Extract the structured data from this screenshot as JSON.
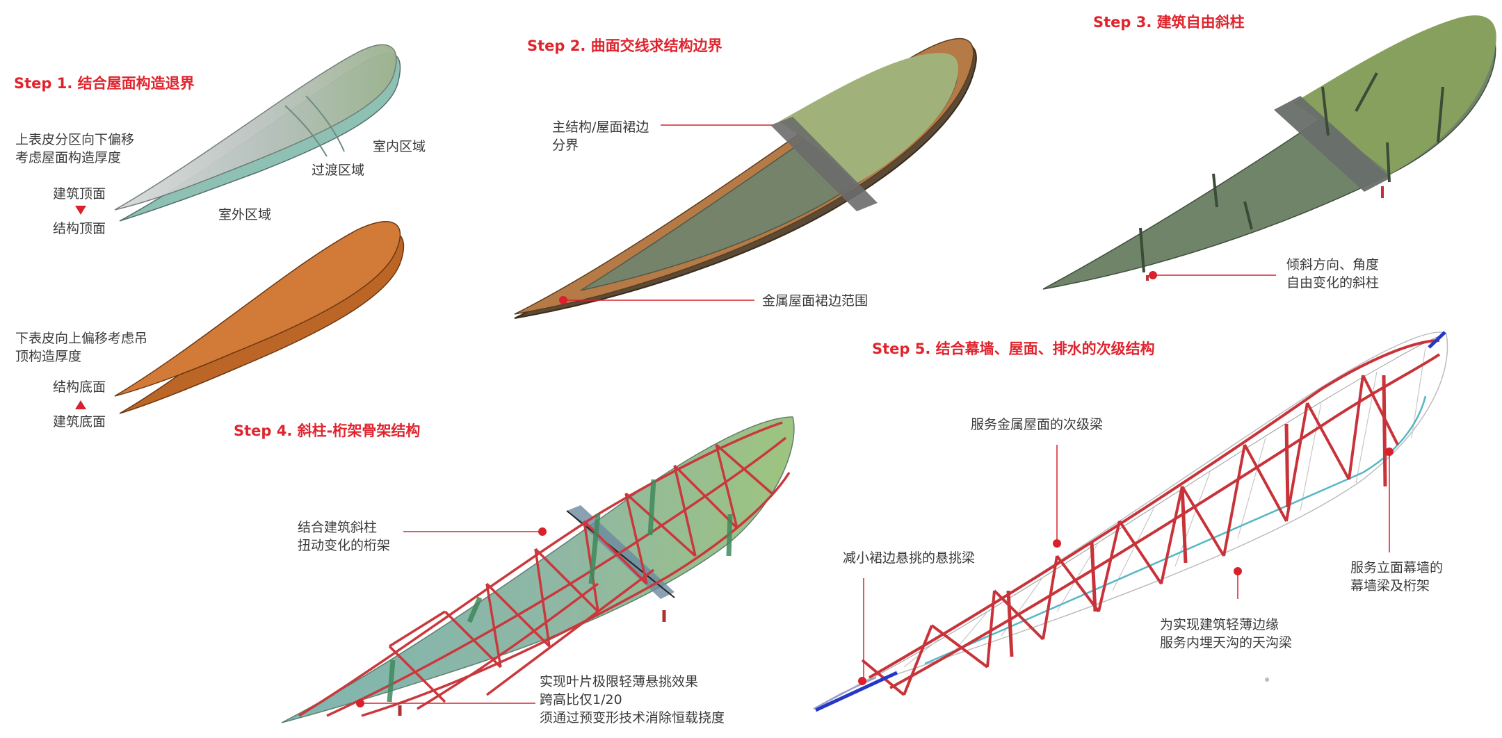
{
  "steps": {
    "s1": "Step 1. 结合屋面构造退界",
    "s2": "Step 2. 曲面交线求结构边界",
    "s3": "Step 3. 建筑自由斜柱",
    "s4": "Step 4. 斜柱-桁架骨架结构",
    "s5": "Step 5. 结合幕墙、屋面、排水的次级结构"
  },
  "step1": {
    "top_note": "上表皮分区向下偏移\n考虑屋面构造厚度",
    "arch_top": "建筑顶面",
    "struct_top": "结构顶面",
    "indoor": "室内区域",
    "transition": "过渡区域",
    "outdoor": "室外区域",
    "bottom_note": "下表皮向上偏移考虑吊\n顶构造厚度",
    "struct_bottom": "结构底面",
    "arch_bottom": "建筑底面"
  },
  "step2": {
    "boundary": "主结构/屋面裙边\n分界",
    "metal_range": "金属屋面裙边范围"
  },
  "step3": {
    "columns": "倾斜方向、角度\n自由变化的斜柱"
  },
  "step4": {
    "truss": "结合建筑斜柱\n扭动变化的桁架",
    "cantilever": "实现叶片极限轻薄悬挑效果\n跨高比仅1/20\n须通过预变形技术消除恒载挠度"
  },
  "step5": {
    "secondary_beam": "服务金属屋面的次级梁",
    "cantilever_beam": "减小裙边悬挑的悬挑梁",
    "gutter_beam": "为实现建筑轻薄边缘\n服务内埋天沟的天沟梁",
    "curtain_wall": "服务立面幕墙的\n幕墙梁及桁架"
  },
  "colors": {
    "label_red": "#e0242e",
    "truss_red": "#c8333a",
    "leaf_green": "#86a968",
    "leaf_teal": "#7fb3aa",
    "leaf_orange": "#c96a2a",
    "edge_blue": "#2438c8"
  }
}
